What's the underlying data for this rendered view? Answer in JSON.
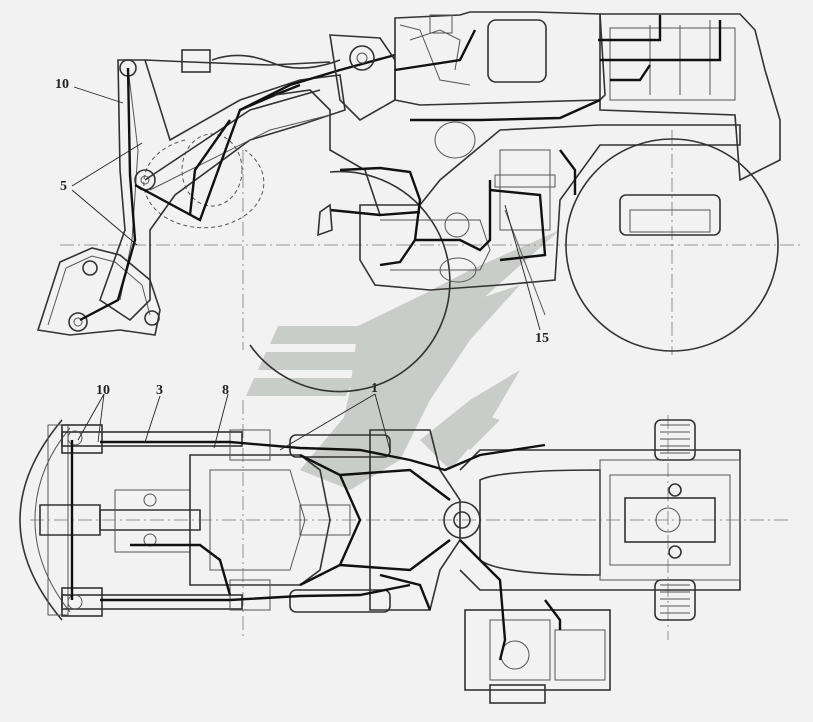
{
  "callouts": {
    "side_view": [
      {
        "id": "side-10",
        "text": "10"
      },
      {
        "id": "side-5",
        "text": "5"
      },
      {
        "id": "side-15",
        "text": "15"
      }
    ],
    "top_view": [
      {
        "id": "top-10",
        "text": "10"
      },
      {
        "id": "top-3",
        "text": "3"
      },
      {
        "id": "top-8",
        "text": "8"
      },
      {
        "id": "top-1",
        "text": "1"
      }
    ]
  },
  "colors": {
    "background": "#f2f2f2",
    "line": "#222222",
    "watermark": "#9aa39a"
  },
  "watermark_icon": "stylized-chevron-logo-icon"
}
